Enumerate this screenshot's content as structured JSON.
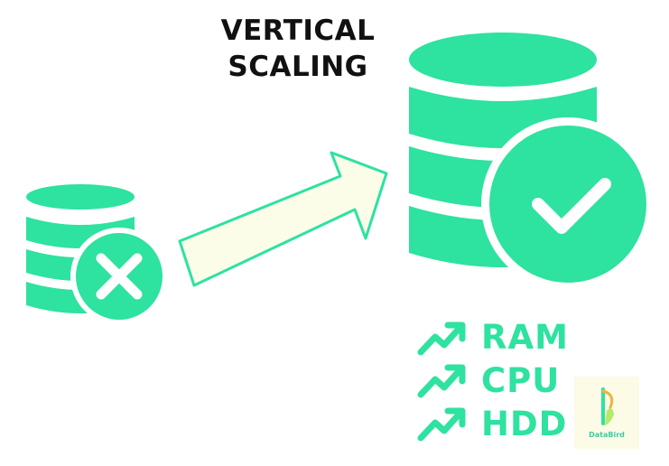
{
  "title": {
    "line1": "VERTICAL",
    "line2": "SCALING"
  },
  "resources": [
    {
      "label": "RAM",
      "icon": "trend-up-icon"
    },
    {
      "label": "CPU",
      "icon": "trend-up-icon"
    },
    {
      "label": "HDD",
      "icon": "trend-up-icon"
    }
  ],
  "small_database": {
    "status_icon": "x-icon"
  },
  "large_database": {
    "status_icon": "check-icon"
  },
  "arrow": {
    "icon": "right-arrow-icon"
  },
  "logo": {
    "text": "DataBird"
  },
  "colors": {
    "accent": "#2ee29f",
    "arrow_fill": "#fbfde9",
    "title": "#111111",
    "logo_bg": "#fbfbe6"
  }
}
